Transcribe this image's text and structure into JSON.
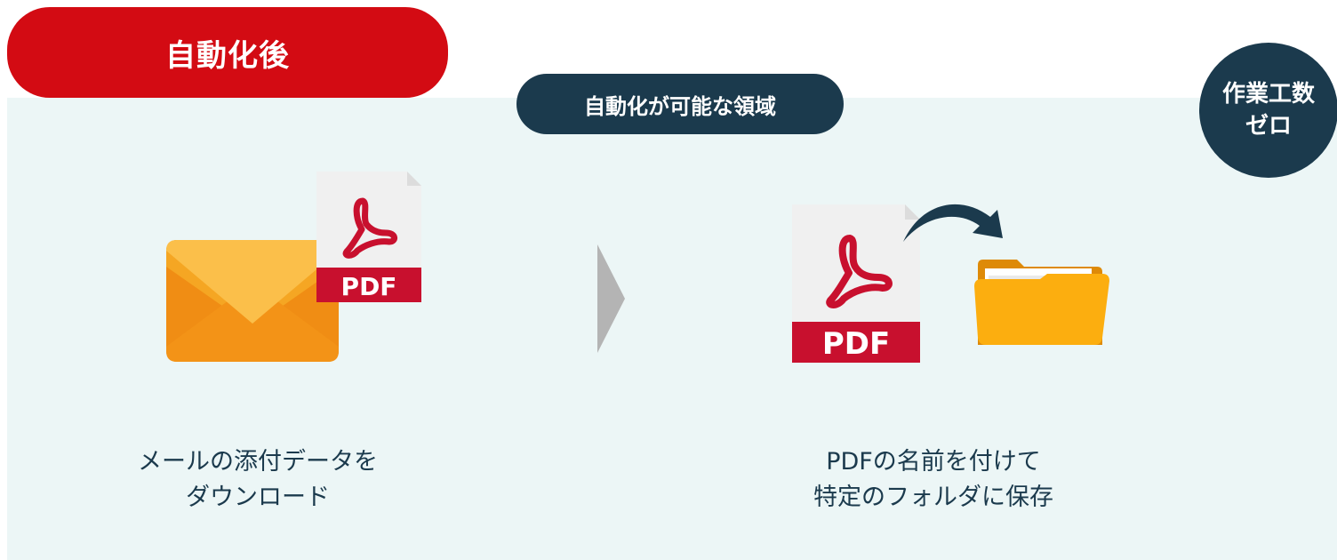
{
  "header": {
    "tab_label": "自動化後",
    "area_label": "自動化が可能な領域",
    "badge_line1": "作業工数",
    "badge_line2": "ゼロ"
  },
  "steps": [
    {
      "icons": [
        "mail-icon",
        "pdf-file-icon"
      ],
      "pdf_text": "PDF",
      "line1": "メールの添付データを",
      "line2": "ダウンロード"
    },
    {
      "icons": [
        "pdf-file-icon",
        "curved-arrow-icon",
        "folder-icon"
      ],
      "pdf_text": "PDF",
      "line1": "PDFの名前を付けて",
      "line2": "特定のフォルダに保存"
    }
  ],
  "connector": {
    "icon": "chevron-right-icon"
  },
  "colors": {
    "red": "#d30b13",
    "navy": "#1b3a4d",
    "panel": "#ecf6f6",
    "envelope": "#f7a928",
    "folder": "#fcae0f",
    "chevron": "#b4b4b4"
  }
}
